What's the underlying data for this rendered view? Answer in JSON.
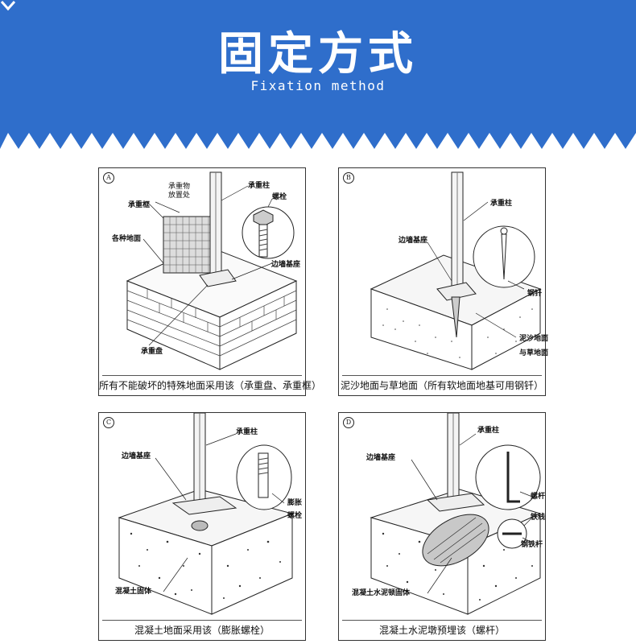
{
  "header": {
    "title": "固定方式",
    "subtitle": "Fixation method",
    "bg_color": "#2f6ecb"
  },
  "panels": [
    {
      "mark": "A",
      "caption": "所有不能破坏的特殊地面采用该（承重盘、承重框）",
      "labels": {
        "load_place": "承重物\n放置处",
        "load_post": "承重柱",
        "load_frame": "承重框",
        "bolt": "螺栓",
        "ground": "各种地面",
        "base": "边墙基座",
        "load_plate": "承重盘"
      }
    },
    {
      "mark": "B",
      "caption": "泥沙地面与草地面（所有软地面地基可用钢钎）",
      "labels": {
        "load_post": "承重柱",
        "base": "边墙基座",
        "steel_nail": "钢钎",
        "sand_ground": "泥沙地面",
        "grass_ground": "与草地面"
      }
    },
    {
      "mark": "C",
      "caption": "混凝土地面采用该（膨胀螺栓）",
      "labels": {
        "load_post": "承重柱",
        "base": "边墙基座",
        "expansion_1": "膨胀",
        "expansion_2": "螺栓",
        "concrete": "混凝土固体"
      }
    },
    {
      "mark": "D",
      "caption": "混凝土水泥墩预埋该（螺杆）",
      "labels": {
        "load_post": "承重柱",
        "base": "边墙基座",
        "screw_rod": "螺杆",
        "wire": "铁线",
        "rebar": "钢铁杆",
        "concrete_block": "混凝土水泥顿固体"
      }
    }
  ]
}
